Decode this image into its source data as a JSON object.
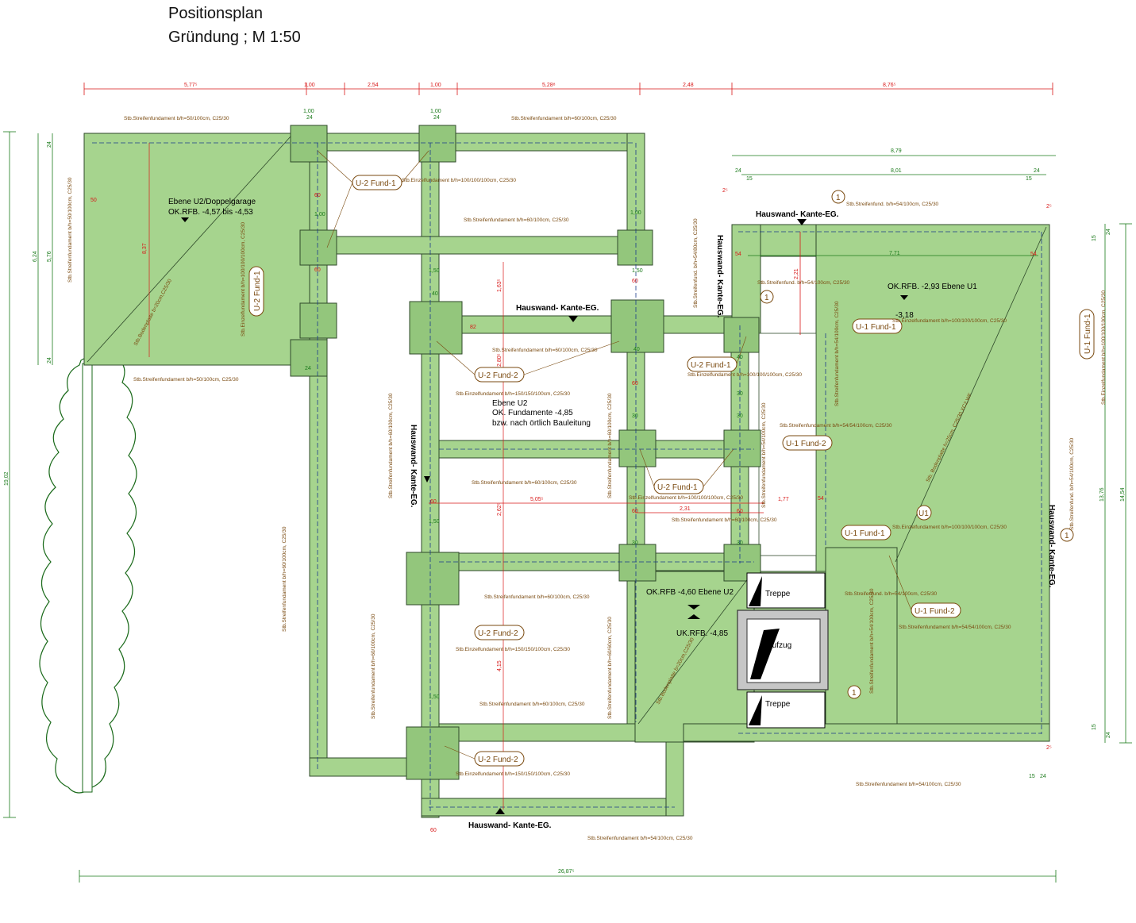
{
  "title": {
    "line1": "Positionsplan",
    "line2": "Gründung ;  M 1:50"
  },
  "colors": {
    "foundation_fill": "#a6d48e",
    "foundation_edge": "#2f4a2a",
    "dimension_red": "#d81818",
    "dimension_green": "#1a7a1a",
    "label_brown": "#7a4a10",
    "tree_outline": "#1a6a1a"
  },
  "top_dimensions": [
    "5,77⁵",
    "1,00",
    "2,54",
    "1,00",
    "5,28⁸",
    "2,48",
    "8,76⁵"
  ],
  "bottom_dimension": "26,87⁵",
  "left_dimensions": {
    "overall": "19,02",
    "garage": "6,24",
    "garage_inner": "5,76",
    "top_small": "24",
    "bottom_small": "24"
  },
  "right_dimensions": {
    "outer": "14,54",
    "inner": "13,76",
    "top_a": "24",
    "top_b": "15",
    "bot_a": "15",
    "bot_b": "24"
  },
  "u1_dimensions": {
    "outer": "8,79",
    "inner": "8,01",
    "room": "7,71",
    "h": "2,21",
    "left_a": "24",
    "left_b": "15",
    "right_a": "24",
    "right_b": "15",
    "corner": "2⁵",
    "bottom_a": "15",
    "bottom_b": "24"
  },
  "interior_dimensions": {
    "d1": "5,05⁵",
    "d2": "2,31",
    "d3": "1,77",
    "v1": "1,63⁵",
    "v2": "2,80⁵",
    "v3": "2,62⁵",
    "v4": "4,15",
    "garage_h": "8,37",
    "w_1_50": "1,50",
    "w_1_00": "1,00"
  },
  "member_dims": [
    "24",
    "40",
    "60",
    "50",
    "30",
    "54",
    "82",
    "1,00",
    "1,50"
  ],
  "labels": {
    "garage_title": "Ebene U2/Doppelgarage",
    "garage_level": "OK.RFB. -4,57 bis -4,53",
    "u1_level": "OK.RFB. -2,93 Ebene U1",
    "u1_level2": "-3,18",
    "level_block": [
      "Ebene U2",
      "OK. Fundamente -4,85",
      "bzw. nach örtlich Bauleitung"
    ],
    "elev_level1": "OK.RFB -4,60  Ebene U2",
    "elev_level2": "UK.RFB. -4,85",
    "hauswand": "Hauswand- Kante-EG.",
    "treppe": "Treppe",
    "aufzug": "Aufzug",
    "pos_1": "1",
    "pos_u1": "U1"
  },
  "positions": {
    "u2_fund_1": "U-2 Fund-1",
    "u2_fund_2": "U-2 Fund-2",
    "u1_fund_1": "U-1 Fund-1",
    "u1_fund_2": "U-1 Fund-2"
  },
  "specs": {
    "sf_50_100": "Stb.Streifenfundament b/h=50/100cm, C25/30",
    "sf_60_100": "Stb.Streifenfundament b/h=60/100cm, C25/30",
    "sf_60_60": "Stb.Streifenfundament b/h=60/60cm, C25/30",
    "sf_54_100": "Stb.Streifenfundament b/h=54/100cm, C25/30",
    "sf_54_54_100": "Stb.Streifenfundament b/h=54/54/100cm, C25/30",
    "sf_54_80": "Stb.Streifenfund. b/h=54/80cm, C25/30",
    "sf_54_100_short": "Stb.Streifenfund. b/h=54/100cm, C25/30",
    "ef_100": "Stb.Einzelfundament b/h=100/100/100cm, C25/30",
    "ef_150": "Stb.Einzelfundament b/h=150/150/100cm, C25/30",
    "bp_20": "Stb.Bodenplatte b=20cm,C25/30",
    "bp_25": "Stb. Bodenplatte h=25cm, C25/30,XC2,WF"
  }
}
